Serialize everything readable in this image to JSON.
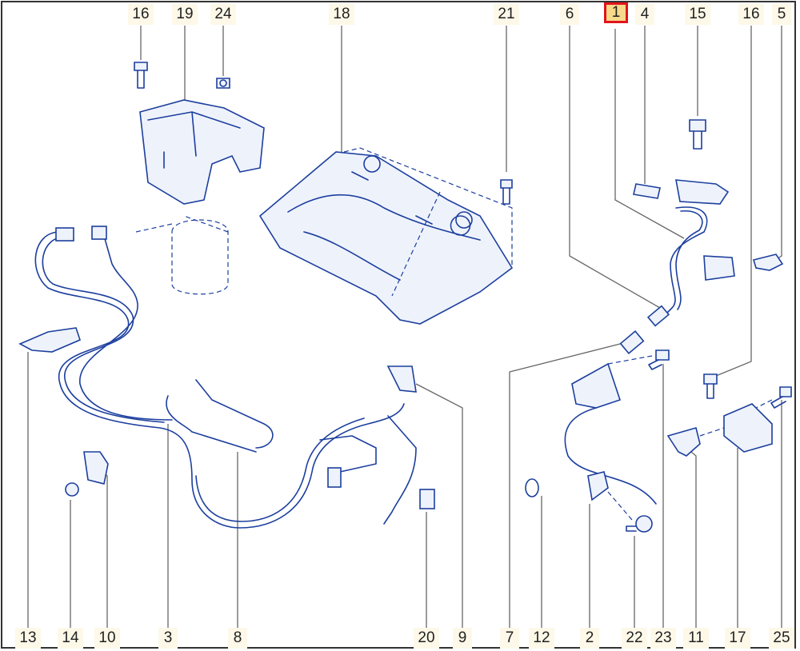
{
  "diagram": {
    "highlight_color": "#e0141c",
    "line_color": "#1c3f9e",
    "top_labels": [
      "16",
      "19",
      "24",
      "18",
      "21",
      "6",
      "1",
      "4",
      "15",
      "16",
      "5"
    ],
    "bottom_labels": [
      "13",
      "14",
      "10",
      "3",
      "8",
      "20",
      "9",
      "7",
      "12",
      "2",
      "22",
      "23",
      "11",
      "17",
      "25"
    ],
    "selected_label": "1"
  }
}
